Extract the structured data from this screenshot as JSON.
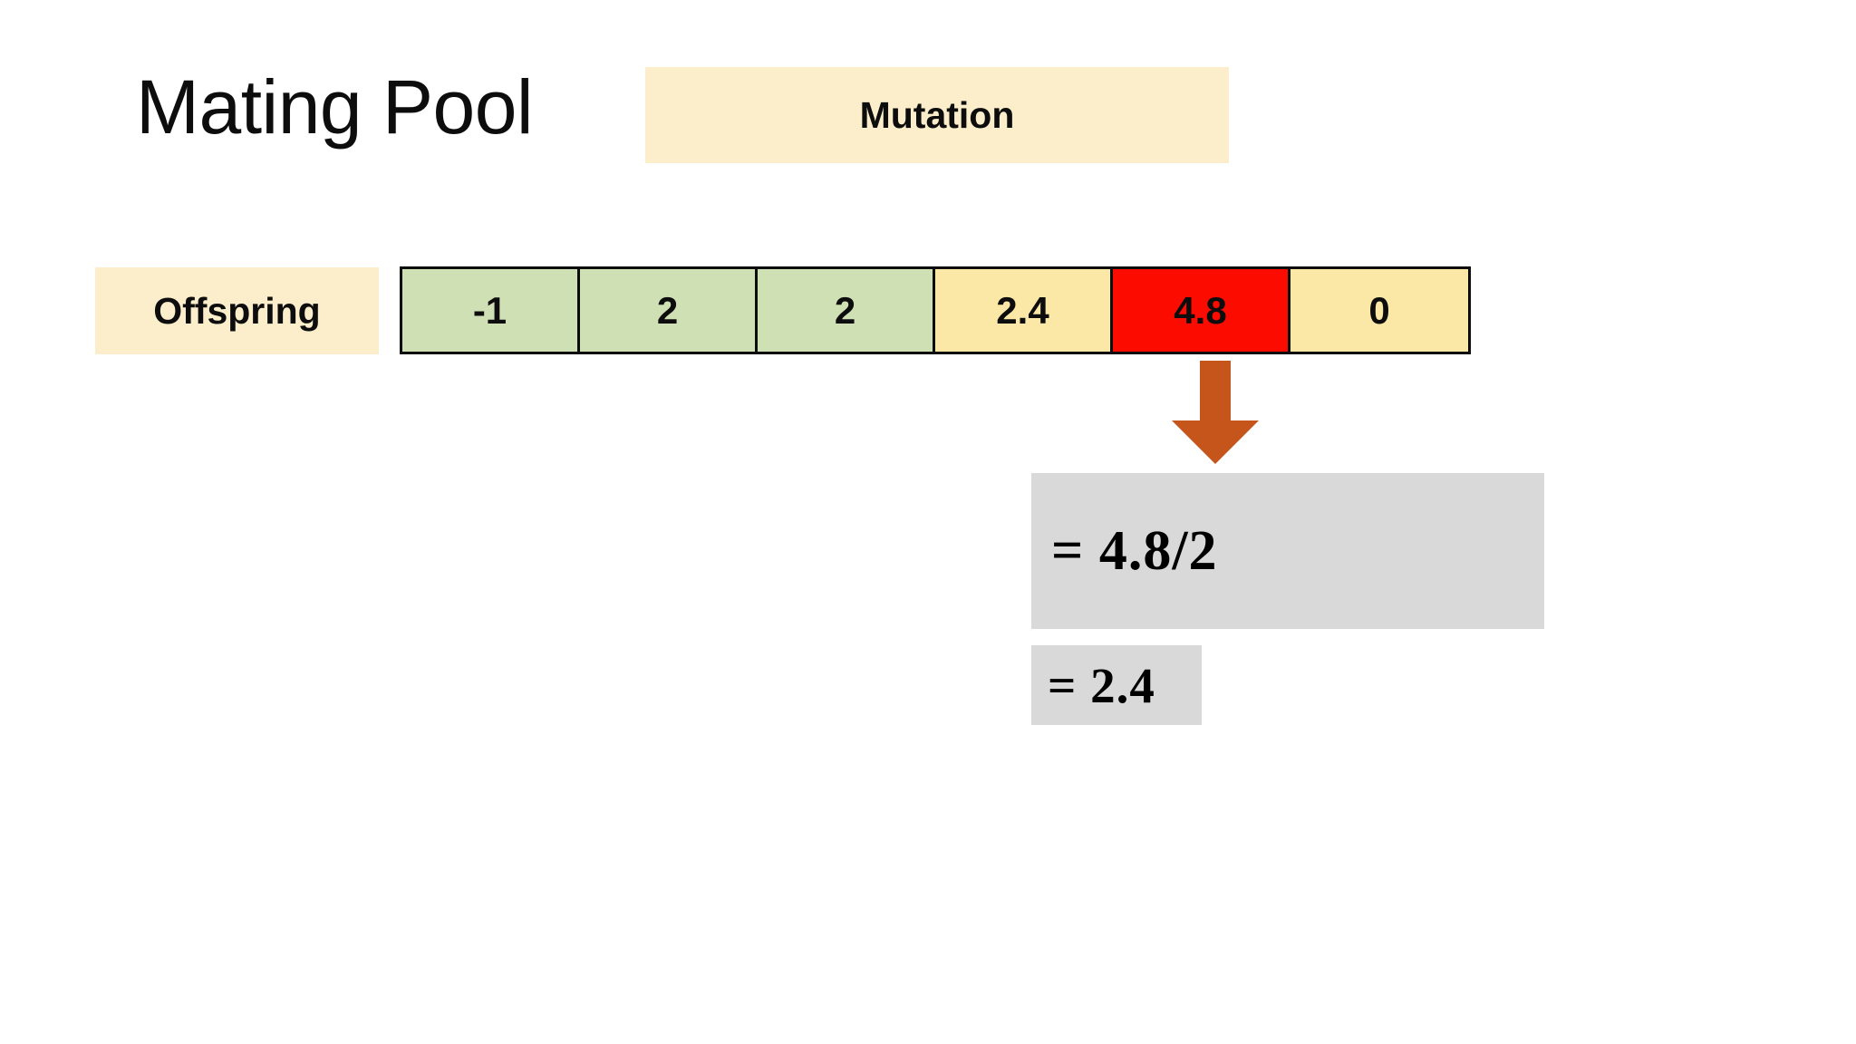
{
  "slide": {
    "title": "Mating Pool",
    "background_color": "#ffffff"
  },
  "labels": {
    "mutation": "Mutation",
    "offspring": "Offspring",
    "cream_color": "#fdeecb"
  },
  "chromosome": {
    "row_label": "Offspring",
    "genes": [
      {
        "value": "-1",
        "color_name": "green",
        "color": "#cfe0b4"
      },
      {
        "value": "2",
        "color_name": "green",
        "color": "#cfe0b4"
      },
      {
        "value": "2",
        "color_name": "green",
        "color": "#cfe0b4"
      },
      {
        "value": "2.4",
        "color_name": "yellow",
        "color": "#fce8a6"
      },
      {
        "value": "4.8",
        "color_name": "red",
        "color": "#fb0b00"
      },
      {
        "value": "0",
        "color_name": "yellow",
        "color": "#fce8a6"
      }
    ]
  },
  "arrow": {
    "direction": "down",
    "color": "#c5551a",
    "points_from_gene": "4.8"
  },
  "formulas": [
    {
      "text": "= 4.8/2",
      "background": "#d9d9d9"
    },
    {
      "text": "= 2.4",
      "background": "#d9d9d9"
    }
  ]
}
